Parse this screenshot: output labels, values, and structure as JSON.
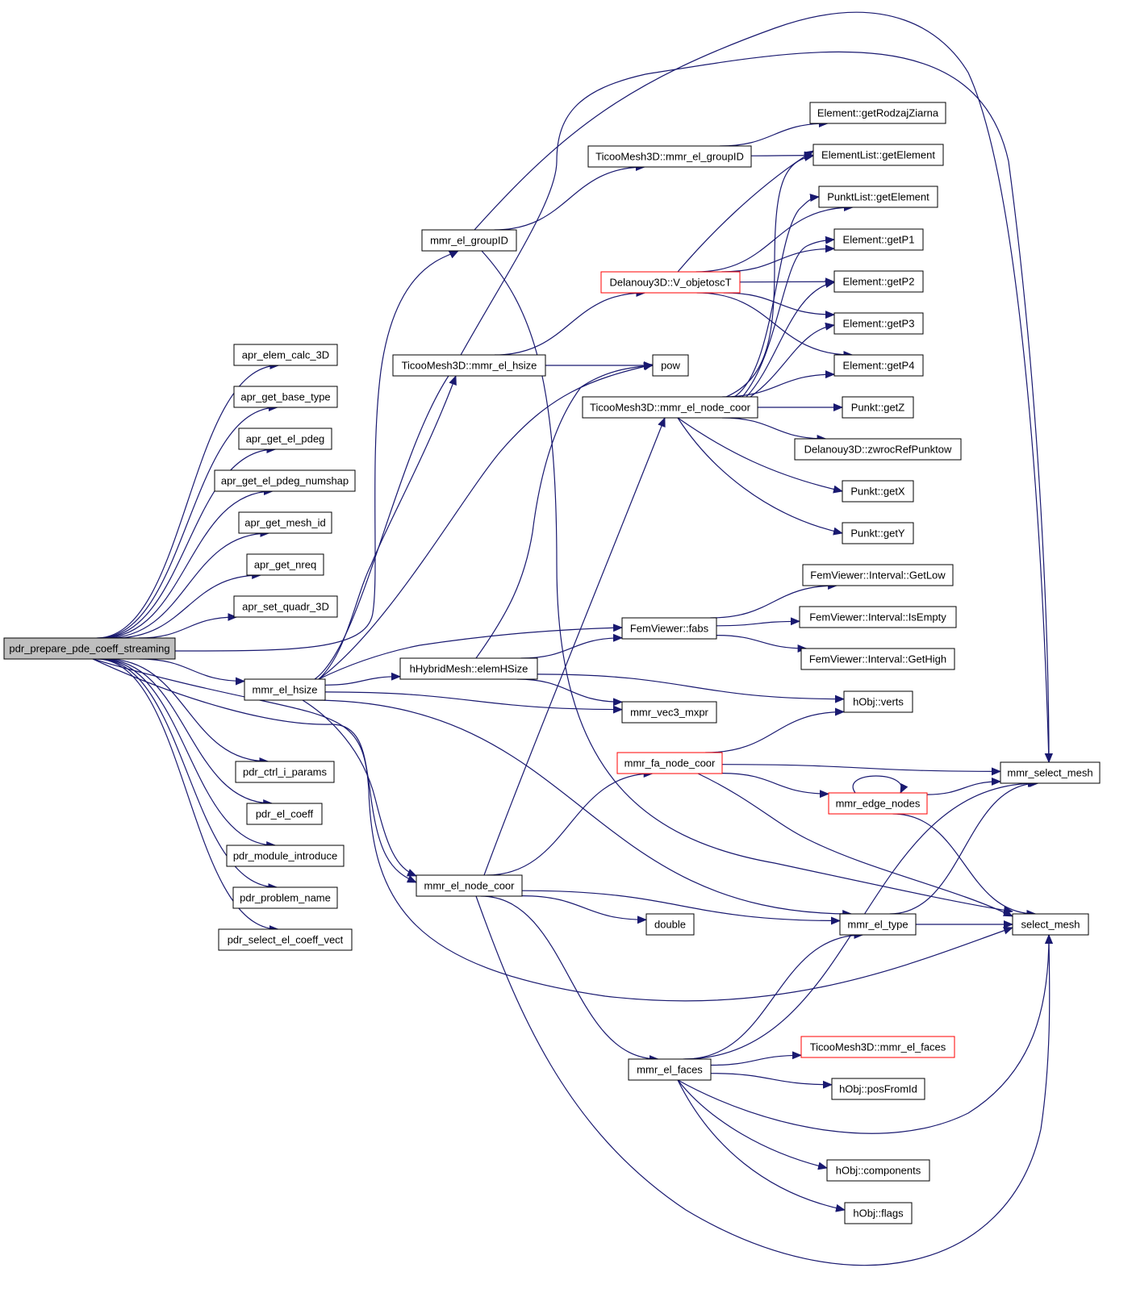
{
  "colors": {
    "edge": "#191970",
    "node_border": "#000000",
    "truncated_border": "#ff0000",
    "root_fill": "#bfbfbf",
    "node_fill": "#ffffff"
  },
  "nodes": [
    {
      "id": "root",
      "label": "pdr_prepare_pde_coeff_streaming",
      "style": "root"
    },
    {
      "id": "apr_elem_calc_3D",
      "label": "apr_elem_calc_3D"
    },
    {
      "id": "apr_get_base_type",
      "label": "apr_get_base_type"
    },
    {
      "id": "apr_get_el_pdeg",
      "label": "apr_get_el_pdeg"
    },
    {
      "id": "apr_get_el_pdeg_numshap",
      "label": "apr_get_el_pdeg_numshap"
    },
    {
      "id": "apr_get_mesh_id",
      "label": "apr_get_mesh_id"
    },
    {
      "id": "apr_get_nreq",
      "label": "apr_get_nreq"
    },
    {
      "id": "apr_set_quadr_3D",
      "label": "apr_set_quadr_3D"
    },
    {
      "id": "mmr_el_hsize",
      "label": "mmr_el_hsize"
    },
    {
      "id": "pdr_ctrl_i_params",
      "label": "pdr_ctrl_i_params"
    },
    {
      "id": "pdr_el_coeff",
      "label": "pdr_el_coeff"
    },
    {
      "id": "pdr_module_introduce",
      "label": "pdr_module_introduce"
    },
    {
      "id": "pdr_problem_name",
      "label": "pdr_problem_name"
    },
    {
      "id": "pdr_select_el_coeff_vect",
      "label": "pdr_select_el_coeff_vect"
    },
    {
      "id": "mmr_el_groupID",
      "label": "mmr_el_groupID"
    },
    {
      "id": "T_mmr_el_hsize",
      "label": "TicooMesh3D::mmr_el_hsize"
    },
    {
      "id": "hH_elemHSize",
      "label": "hHybridMesh::elemHSize"
    },
    {
      "id": "mmr_el_node_coor",
      "label": "mmr_el_node_coor"
    },
    {
      "id": "T_mmr_el_groupID",
      "label": "TicooMesh3D::mmr_el_groupID"
    },
    {
      "id": "D_V_objetoscT",
      "label": "Delanouy3D::V_objetoscT",
      "style": "trunc"
    },
    {
      "id": "pow",
      "label": "pow"
    },
    {
      "id": "T_mmr_el_node_coor",
      "label": "TicooMesh3D::mmr_el_node_coor"
    },
    {
      "id": "FV_fabs",
      "label": "FemViewer::fabs"
    },
    {
      "id": "mmr_vec3_mxpr",
      "label": "mmr_vec3_mxpr"
    },
    {
      "id": "mmr_fa_node_coor",
      "label": "mmr_fa_node_coor",
      "style": "trunc"
    },
    {
      "id": "double",
      "label": "double"
    },
    {
      "id": "mmr_el_faces",
      "label": "mmr_el_faces"
    },
    {
      "id": "E_getRodzajZiarna",
      "label": "Element::getRodzajZiarna"
    },
    {
      "id": "EL_getElement",
      "label": "ElementList::getElement"
    },
    {
      "id": "PL_getElement",
      "label": "PunktList::getElement"
    },
    {
      "id": "E_getP1",
      "label": "Element::getP1"
    },
    {
      "id": "E_getP2",
      "label": "Element::getP2"
    },
    {
      "id": "E_getP3",
      "label": "Element::getP3"
    },
    {
      "id": "E_getP4",
      "label": "Element::getP4"
    },
    {
      "id": "P_getZ",
      "label": "Punkt::getZ"
    },
    {
      "id": "D_zwrocRefPunktow",
      "label": "Delanouy3D::zwrocRefPunktow"
    },
    {
      "id": "P_getX",
      "label": "Punkt::getX"
    },
    {
      "id": "P_getY",
      "label": "Punkt::getY"
    },
    {
      "id": "FVI_GetLow",
      "label": "FemViewer::Interval::GetLow"
    },
    {
      "id": "FVI_IsEmpty",
      "label": "FemViewer::Interval::IsEmpty"
    },
    {
      "id": "FVI_GetHigh",
      "label": "FemViewer::Interval::GetHigh"
    },
    {
      "id": "hObj_verts",
      "label": "hObj::verts"
    },
    {
      "id": "mmr_edge_nodes",
      "label": "mmr_edge_nodes",
      "style": "trunc"
    },
    {
      "id": "mmr_el_type",
      "label": "mmr_el_type"
    },
    {
      "id": "T_mmr_el_faces",
      "label": "TicooMesh3D::mmr_el_faces",
      "style": "trunc"
    },
    {
      "id": "hObj_posFromId",
      "label": "hObj::posFromId"
    },
    {
      "id": "hObj_components",
      "label": "hObj::components"
    },
    {
      "id": "hObj_flags",
      "label": "hObj::flags"
    },
    {
      "id": "mmr_select_mesh",
      "label": "mmr_select_mesh"
    },
    {
      "id": "select_mesh",
      "label": "select_mesh"
    }
  ],
  "edges": [
    [
      "root",
      "apr_elem_calc_3D"
    ],
    [
      "root",
      "apr_get_base_type"
    ],
    [
      "root",
      "apr_get_el_pdeg"
    ],
    [
      "root",
      "apr_get_el_pdeg_numshap"
    ],
    [
      "root",
      "apr_get_mesh_id"
    ],
    [
      "root",
      "apr_get_nreq"
    ],
    [
      "root",
      "apr_set_quadr_3D"
    ],
    [
      "root",
      "mmr_el_groupID"
    ],
    [
      "root",
      "mmr_el_hsize"
    ],
    [
      "root",
      "mmr_el_node_coor"
    ],
    [
      "root",
      "pdr_ctrl_i_params"
    ],
    [
      "root",
      "pdr_el_coeff"
    ],
    [
      "root",
      "pdr_module_introduce"
    ],
    [
      "root",
      "pdr_problem_name"
    ],
    [
      "root",
      "pdr_select_el_coeff_vect"
    ],
    [
      "root",
      "select_mesh"
    ],
    [
      "mmr_el_groupID",
      "T_mmr_el_groupID"
    ],
    [
      "mmr_el_groupID",
      "mmr_select_mesh"
    ],
    [
      "mmr_el_groupID",
      "select_mesh"
    ],
    [
      "mmr_el_hsize",
      "T_mmr_el_hsize"
    ],
    [
      "mmr_el_hsize",
      "hH_elemHSize"
    ],
    [
      "mmr_el_hsize",
      "FV_fabs"
    ],
    [
      "mmr_el_hsize",
      "mmr_vec3_mxpr"
    ],
    [
      "mmr_el_hsize",
      "pow"
    ],
    [
      "mmr_el_hsize",
      "mmr_el_node_coor"
    ],
    [
      "mmr_el_hsize",
      "mmr_el_type"
    ],
    [
      "mmr_el_hsize",
      "mmr_select_mesh"
    ],
    [
      "T_mmr_el_groupID",
      "E_getRodzajZiarna"
    ],
    [
      "T_mmr_el_groupID",
      "EL_getElement"
    ],
    [
      "T_mmr_el_hsize",
      "D_V_objetoscT"
    ],
    [
      "T_mmr_el_hsize",
      "pow"
    ],
    [
      "D_V_objetoscT",
      "EL_getElement"
    ],
    [
      "D_V_objetoscT",
      "PL_getElement"
    ],
    [
      "D_V_objetoscT",
      "E_getP1"
    ],
    [
      "D_V_objetoscT",
      "E_getP2"
    ],
    [
      "D_V_objetoscT",
      "E_getP3"
    ],
    [
      "D_V_objetoscT",
      "E_getP4"
    ],
    [
      "hH_elemHSize",
      "FV_fabs"
    ],
    [
      "hH_elemHSize",
      "hObj_verts"
    ],
    [
      "hH_elemHSize",
      "mmr_vec3_mxpr"
    ],
    [
      "hH_elemHSize",
      "pow"
    ],
    [
      "FV_fabs",
      "FVI_GetLow"
    ],
    [
      "FV_fabs",
      "FVI_IsEmpty"
    ],
    [
      "FV_fabs",
      "FVI_GetHigh"
    ],
    [
      "mmr_el_node_coor",
      "T_mmr_el_node_coor"
    ],
    [
      "mmr_el_node_coor",
      "mmr_fa_node_coor"
    ],
    [
      "mmr_el_node_coor",
      "double"
    ],
    [
      "mmr_el_node_coor",
      "mmr_el_type"
    ],
    [
      "mmr_el_node_coor",
      "mmr_el_faces"
    ],
    [
      "mmr_el_node_coor",
      "select_mesh"
    ],
    [
      "T_mmr_el_node_coor",
      "EL_getElement"
    ],
    [
      "T_mmr_el_node_coor",
      "PL_getElement"
    ],
    [
      "T_mmr_el_node_coor",
      "E_getP1"
    ],
    [
      "T_mmr_el_node_coor",
      "E_getP2"
    ],
    [
      "T_mmr_el_node_coor",
      "E_getP3"
    ],
    [
      "T_mmr_el_node_coor",
      "E_getP4"
    ],
    [
      "T_mmr_el_node_coor",
      "P_getZ"
    ],
    [
      "T_mmr_el_node_coor",
      "D_zwrocRefPunktow"
    ],
    [
      "T_mmr_el_node_coor",
      "P_getX"
    ],
    [
      "T_mmr_el_node_coor",
      "P_getY"
    ],
    [
      "mmr_fa_node_coor",
      "hObj_verts"
    ],
    [
      "mmr_fa_node_coor",
      "mmr_edge_nodes"
    ],
    [
      "mmr_fa_node_coor",
      "mmr_select_mesh"
    ],
    [
      "mmr_fa_node_coor",
      "select_mesh"
    ],
    [
      "mmr_edge_nodes",
      "mmr_edge_nodes"
    ],
    [
      "mmr_edge_nodes",
      "mmr_select_mesh"
    ],
    [
      "mmr_edge_nodes",
      "select_mesh"
    ],
    [
      "mmr_el_type",
      "mmr_select_mesh"
    ],
    [
      "mmr_el_type",
      "select_mesh"
    ],
    [
      "mmr_el_faces",
      "mmr_el_type"
    ],
    [
      "mmr_el_faces",
      "T_mmr_el_faces"
    ],
    [
      "mmr_el_faces",
      "hObj_posFromId"
    ],
    [
      "mmr_el_faces",
      "hObj_components"
    ],
    [
      "mmr_el_faces",
      "hObj_flags"
    ],
    [
      "mmr_el_faces",
      "mmr_select_mesh"
    ],
    [
      "mmr_el_faces",
      "select_mesh"
    ]
  ]
}
